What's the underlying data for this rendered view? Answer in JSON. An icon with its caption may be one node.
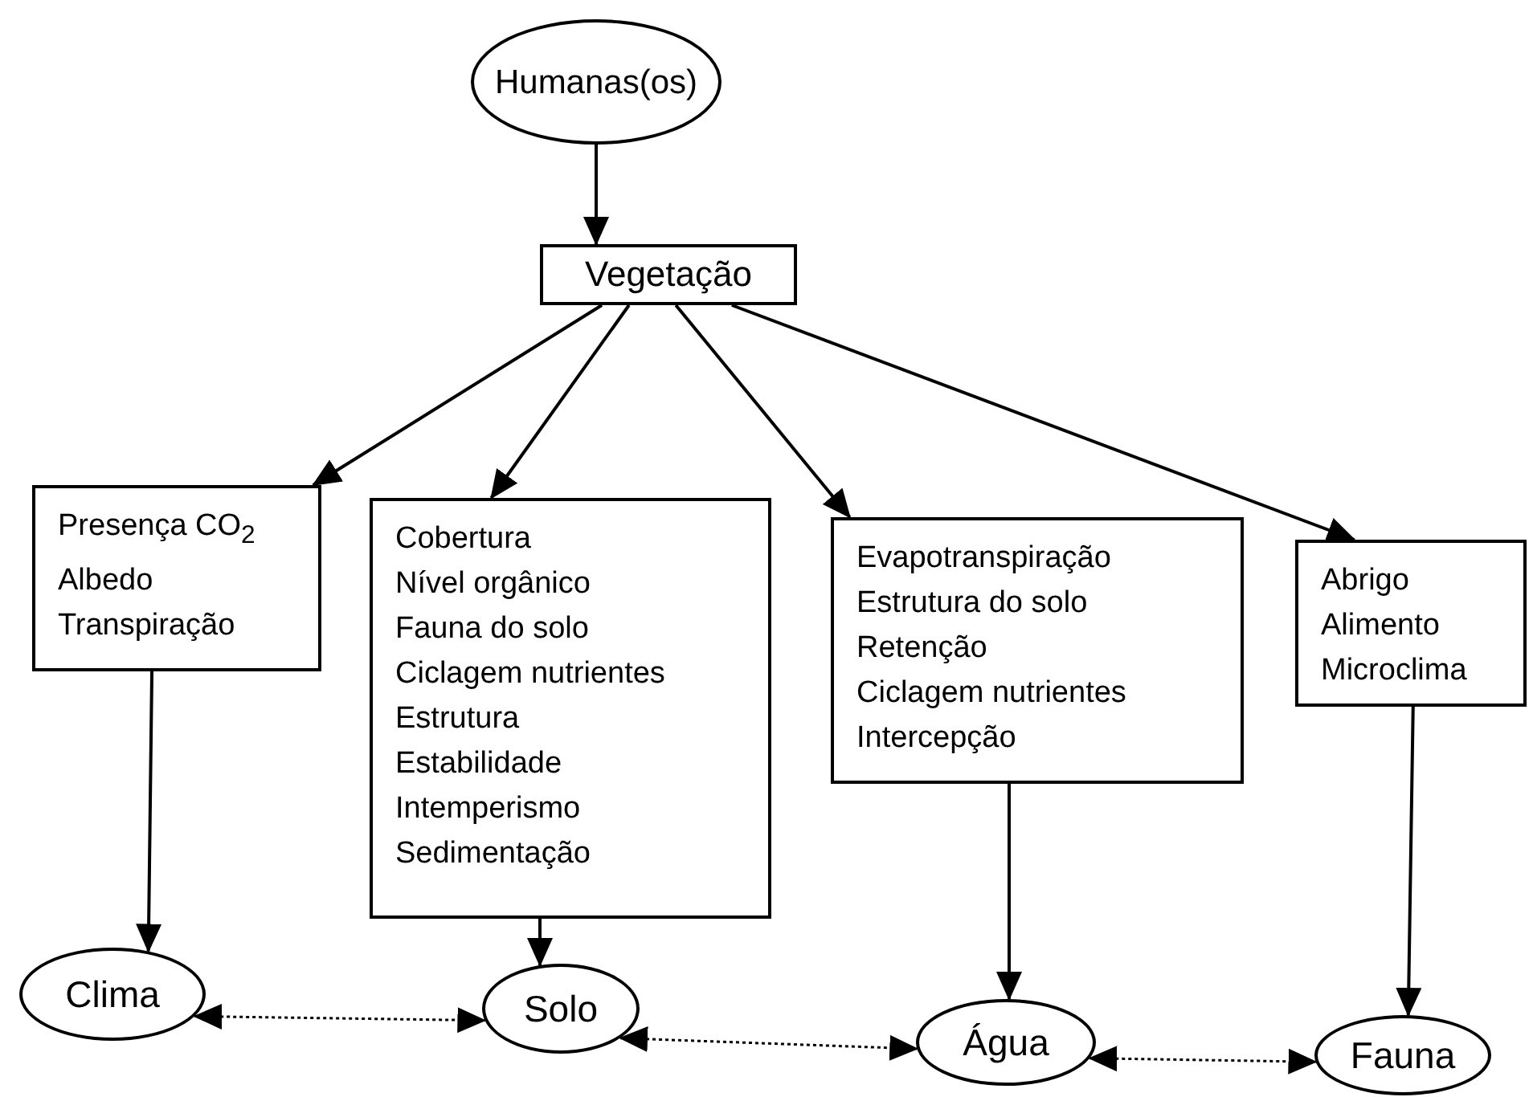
{
  "diagram": {
    "nodes": [
      {
        "text": [
          "Humanas(os)"
        ]
      },
      {
        "text": [
          "Vegetação"
        ]
      },
      {
        "text": [
          "Presença CO$_{2}$",
          "Albedo",
          "Transpiração"
        ]
      },
      {
        "text": [
          "Cobertura",
          "Nível orgânico",
          "Fauna do solo",
          "Ciclagem nutrientes",
          "Estrutura",
          "Estabilidade",
          "Intemperismo",
          "Sedimentação"
        ]
      },
      {
        "text": [
          "Evapotranspiração",
          "Estrutura do solo",
          "Retenção",
          "Ciclagem nutrientes",
          "Intercepção"
        ]
      },
      {
        "text": [
          "Abrigo",
          "Alimento",
          "Microclima"
        ]
      },
      {
        "text": [
          "Clima"
        ]
      },
      {
        "text": [
          "Solo"
        ]
      },
      {
        "text": [
          "Água"
        ]
      },
      {
        "text": [
          "Fauna"
        ]
      }
    ],
    "edges": [
      {
        "from": 0,
        "to": 1,
        "arrow": "to"
      },
      {
        "from": 1,
        "to": 2,
        "arrow": "to"
      },
      {
        "from": 1,
        "to": 3,
        "arrow": "to"
      },
      {
        "from": 1,
        "to": 4,
        "arrow": "to"
      },
      {
        "from": 1,
        "to": 5,
        "arrow": "to"
      },
      {
        "from": 2,
        "to": 6,
        "arrow": "to"
      },
      {
        "from": 3,
        "to": 7,
        "arrow": "to"
      },
      {
        "from": 4,
        "to": 8,
        "arrow": "to"
      },
      {
        "from": 5,
        "to": 9,
        "arrow": "to"
      },
      {
        "from": 6,
        "to": 7,
        "arrow": "both",
        "style": "dashed"
      },
      {
        "from": 7,
        "to": 8,
        "arrow": "both",
        "style": "dashed"
      },
      {
        "from": 8,
        "to": 9,
        "arrow": "both",
        "style": "dashed"
      }
    ]
  }
}
